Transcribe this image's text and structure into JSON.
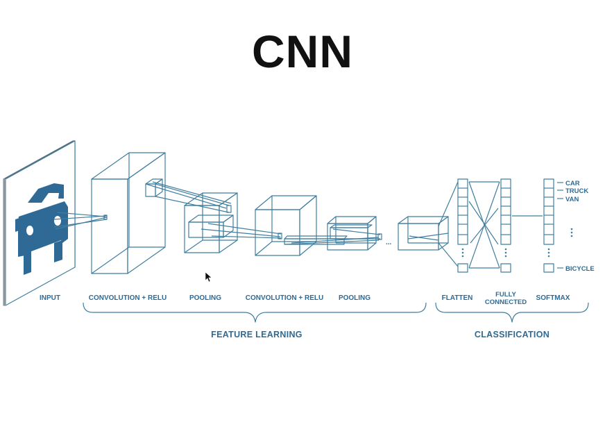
{
  "title": "CNN",
  "colors": {
    "line": "#3f7e9e",
    "car": "#2e6a95",
    "text": "#2e6a95"
  },
  "stages": {
    "input": "INPUT",
    "conv1": "CONVOLUTION + RELU",
    "pool1": "POOLING",
    "conv2": "CONVOLUTION + RELU",
    "pool2": "POOLING",
    "flatten": "FLATTEN",
    "fc_line1": "FULLY",
    "fc_line2": "CONNECTED",
    "softmax": "SOFTMAX"
  },
  "groups": {
    "feature": "FEATURE LEARNING",
    "classification": "CLASSIFICATION"
  },
  "classes": [
    "CAR",
    "TRUCK",
    "VAN",
    "BICYCLE"
  ],
  "ellipsis": "..."
}
